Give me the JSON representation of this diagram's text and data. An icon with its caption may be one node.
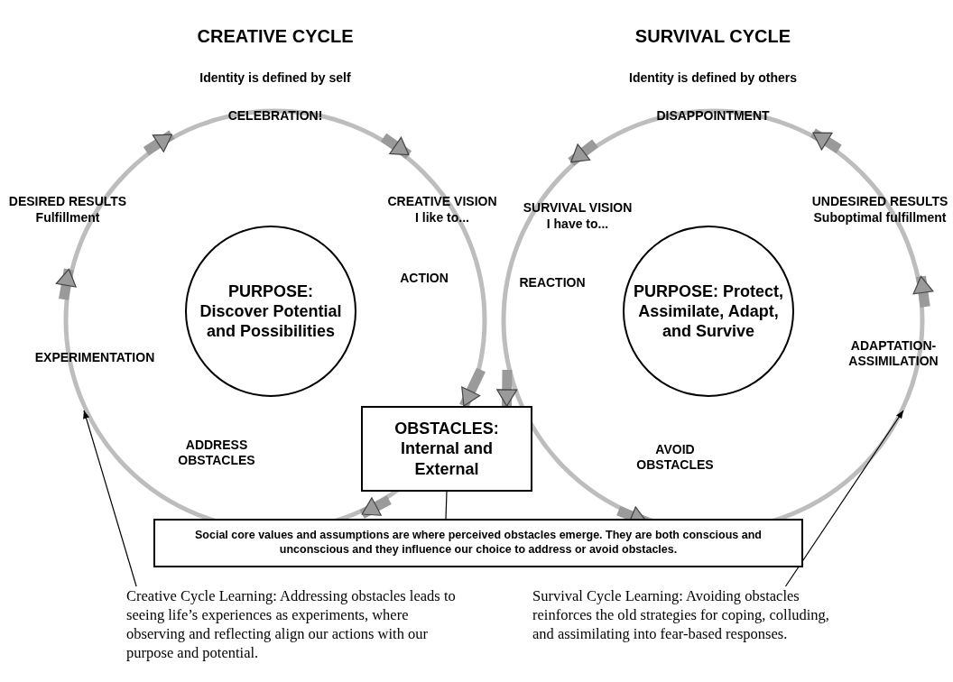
{
  "diagram": {
    "nodes": [
      {
        "text": [
          "PURPOSE: Discover Potential and Possibilities"
        ]
      },
      {
        "text": [
          "PURPOSE: Protect, Assimilate, Adapt, and Survive"
        ]
      },
      {
        "text": [
          "OBSTACLES: Internal and External"
        ]
      },
      {
        "text": [
          "Social core values and assumptions are where perceived obstacles emerge. They are both conscious and unconscious and they influence our choice to address or avoid obstacles."
        ]
      },
      {
        "text": [
          "Creative Cycle Learning: Addressing obstacles leads to seeing life’s experiences as experiments, where observing and reflecting align our actions with our purpose and potential."
        ]
      },
      {
        "text": [
          "Survival Cycle Learning: Avoiding obstacles reinforces the old strategies for coping, colluding, and assimilating into fear-based responses."
        ]
      }
    ],
    "edges": [
      {
        "from": null,
        "to": 2,
        "arrow": "to",
        "style": "thick",
        "color": "#9a9a9a"
      },
      {
        "from": null,
        "to": 2,
        "arrow": "to",
        "style": "thick",
        "color": "#9a9a9a"
      },
      {
        "from": 2,
        "to": 3,
        "arrow": "none"
      },
      {
        "from": 4,
        "to": null,
        "arrow": "to"
      },
      {
        "from": 5,
        "to": null,
        "arrow": "to"
      }
    ],
    "labels": [
      "CREATIVE CYCLE",
      "SURVIVAL CYCLE",
      "Identity is defined by self",
      "Identity is defined by others",
      "CELEBRATION!",
      "DESIRED RESULTS",
      "Fulfillment",
      "CREATIVE VISION",
      "I like to...",
      "DISAPPOINTMENT",
      "SURVIVAL VISION",
      "I have to...",
      "UNDESIRED RESULTS",
      "Suboptimal fulfillment",
      "ACTION",
      "REACTION",
      "EXPERIMENTATION",
      "ADAPTATION-ASSIMILATION",
      "ADDRESS OBSTACLES",
      "AVOID OBSTACLES"
    ]
  }
}
